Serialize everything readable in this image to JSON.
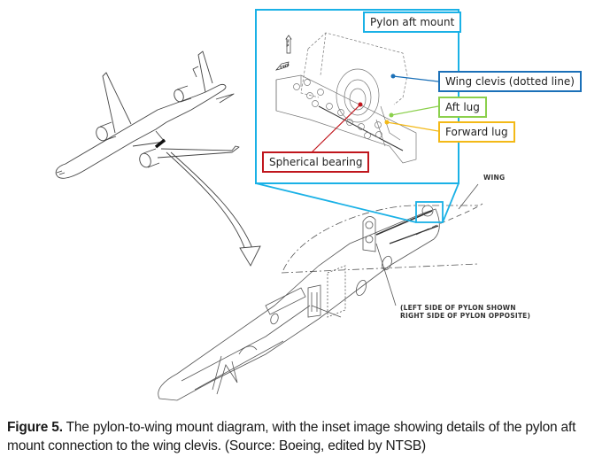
{
  "figure": {
    "inset_title": "Pylon aft mount",
    "callouts": {
      "wing_clevis": "Wing clevis (dotted line)",
      "aft_lug": "Aft lug",
      "forward_lug": "Forward lug",
      "spherical_bearing": "Spherical bearing"
    },
    "drawing_notes": {
      "wing": "WING",
      "pylon_line1": "(LEFT SIDE OF PYLON SHOWN",
      "pylon_line2": "RIGHT SIDE OF PYLON OPPOSITE)",
      "up_arrow": "UP",
      "fwd_arrow": "FWD"
    },
    "colors": {
      "inset_border": "#1ab1e6",
      "wing_clevis": "#1b70b8",
      "aft_lug": "#8bd04c",
      "forward_lug": "#f3b917",
      "spherical_bearing": "#c0161d"
    }
  },
  "caption": {
    "label": "Figure 5.",
    "text": " The pylon-to-wing mount diagram, with the inset image showing details of the pylon aft mount connection to the wing clevis. (Source: Boeing, edited by NTSB)"
  }
}
